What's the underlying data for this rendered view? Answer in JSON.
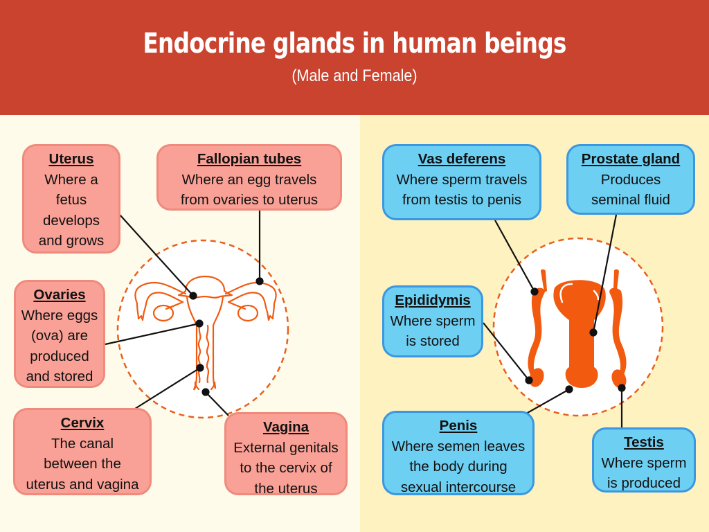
{
  "header": {
    "title": "Endocrine glands in human beings",
    "subtitle": "(Male and Female)"
  },
  "colors": {
    "header_bg": "#c9432f",
    "female_panel_bg": "#fefbea",
    "male_panel_bg": "#fdf2c0",
    "female_box_fill": "#f9a196",
    "male_box_fill": "#6dcff2",
    "organ_orange": "#f15a0f",
    "leader_line": "#111111"
  },
  "female": {
    "labels": [
      {
        "name": "Uterus",
        "desc": "Where a\nfetus\ndevelops\nand grows"
      },
      {
        "name": "Fallopian tubes",
        "desc": "Where an egg travels\nfrom ovaries to uterus"
      },
      {
        "name": "Ovaries",
        "desc": "Where eggs\n(ova) are\nproduced\nand stored"
      },
      {
        "name": "Cervix",
        "desc": "The canal\nbetween the\nuterus and vagina"
      },
      {
        "name": "Vagina",
        "desc": "External genitals\nto the cervix of\nthe uterus"
      }
    ]
  },
  "male": {
    "labels": [
      {
        "name": "Vas deferens",
        "desc": "Where sperm  travels\nfrom testis to penis"
      },
      {
        "name": "Prostate gland",
        "desc": "Produces\nseminal fluid"
      },
      {
        "name": "Epididymis",
        "desc": "Where sperm\nis stored"
      },
      {
        "name": "Penis",
        "desc": "Where semen leaves\nthe body during\nsexual intercourse"
      },
      {
        "name": "Testis",
        "desc": "Where sperm\nis produced"
      }
    ]
  }
}
